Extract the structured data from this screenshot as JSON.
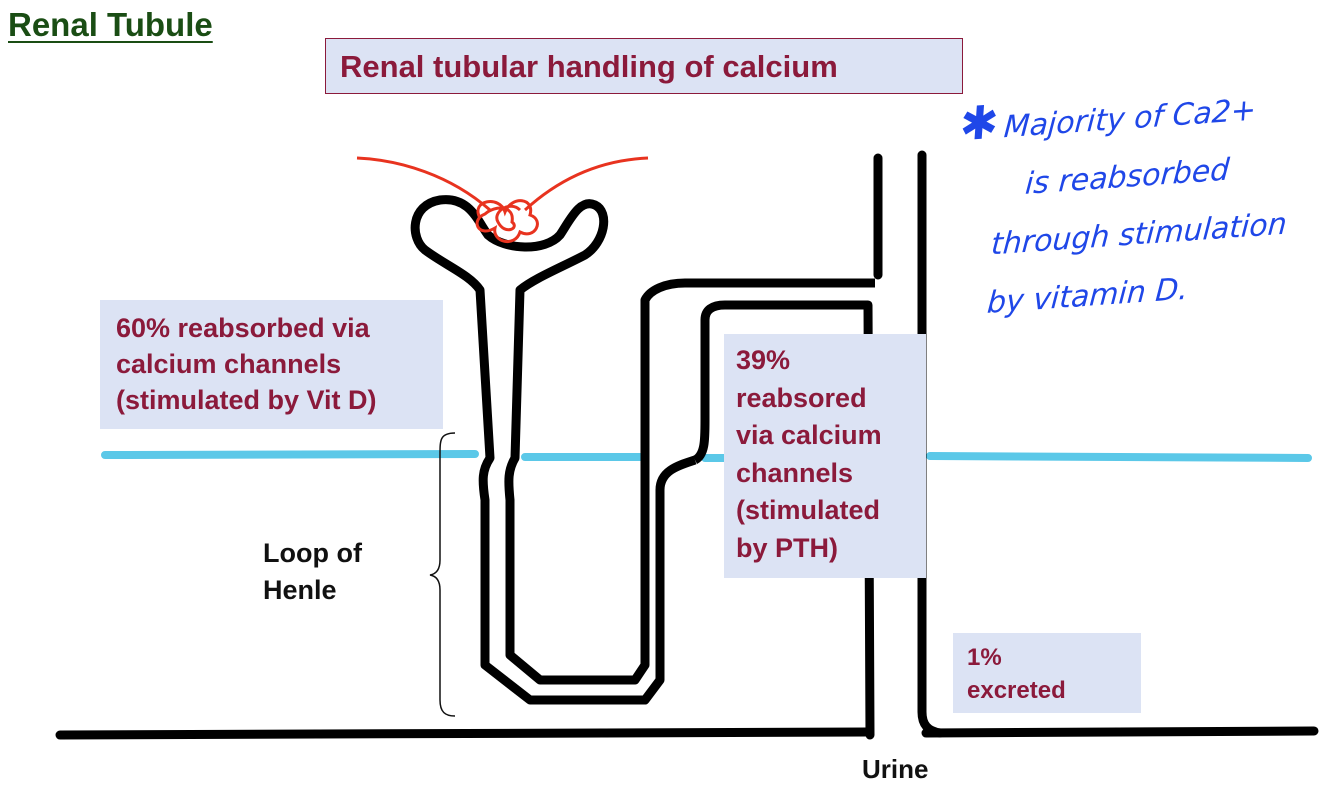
{
  "page": {
    "title": "Renal Tubule",
    "header": "Renal tubular handling of calcium"
  },
  "boxes": {
    "proximal": {
      "lines": [
        "60% reabsorbed via",
        "calcium channels",
        "(stimulated by Vit D)"
      ]
    },
    "distal": {
      "lines": [
        "39%",
        "reabsored",
        "via calcium",
        "channels",
        "(stimulated",
        "by PTH)"
      ]
    },
    "excreted": {
      "lines": [
        "1%",
        "excreted"
      ]
    }
  },
  "labels": {
    "loop": [
      "Loop of",
      "Henle"
    ],
    "urine": "Urine"
  },
  "handwritten_note": {
    "symbol": "✱",
    "lines": [
      "Majority of Ca2+",
      "is reabsorbed",
      "through stimulation",
      "by vitamin D."
    ]
  },
  "colors": {
    "title": "#1a4d14",
    "box_fill": "#dce3f4",
    "box_text": "#8b1a3b",
    "tubule": "#000000",
    "capillary": "#e8331f",
    "boundary_line": "#5bc8e8",
    "note_ink": "#1f47e8"
  }
}
